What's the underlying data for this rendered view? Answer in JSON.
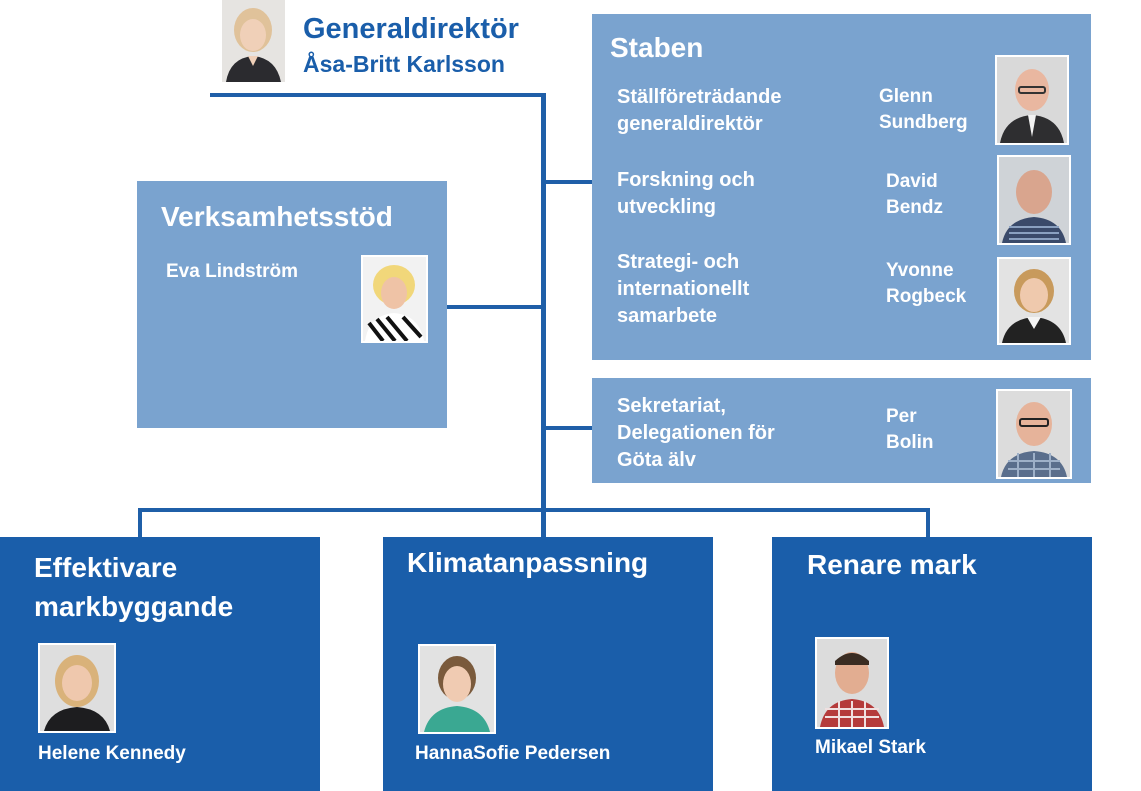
{
  "director": {
    "role": "Generaldirektör",
    "name": "Åsa-Britt Karlsson"
  },
  "staben": {
    "title": "Staben",
    "items": [
      {
        "function": "Ställföreträdande generaldirektör",
        "person": "Glenn Sundberg"
      },
      {
        "function": "Forskning och utveckling",
        "person": "David Bendz"
      },
      {
        "function": "Strategi- och internationellt samarbete",
        "person": "Yvonne Rogbeck"
      }
    ]
  },
  "sekretariat": {
    "function": "Sekretariat, Delegationen för Göta älv",
    "person": "Per Bolin"
  },
  "verksamhetsstod": {
    "title": "Verksamhetsstöd",
    "person": "Eva Lindström"
  },
  "departments": [
    {
      "title": "Effektivare markbyggande",
      "person": "Helene Kennedy"
    },
    {
      "title": "Klimatanpassning",
      "person": "HannaSofie Pedersen"
    },
    {
      "title": "Renare mark",
      "person": "Mikael Stark"
    }
  ],
  "colors": {
    "light_box": "#7aa3cf",
    "dark_box": "#1a5eaa",
    "connector": "#1f5fa8",
    "title_text": "#1a5eaa"
  }
}
